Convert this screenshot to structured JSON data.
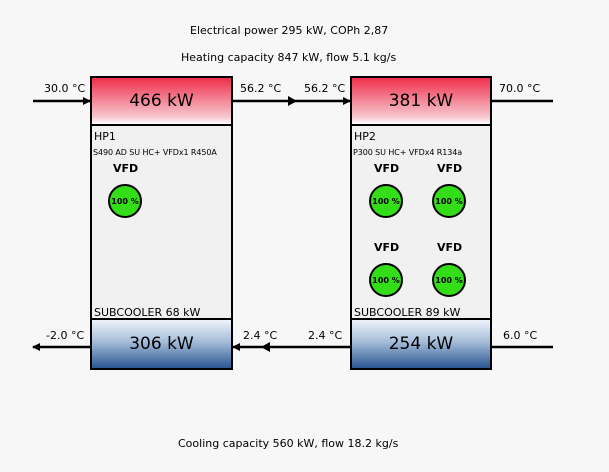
{
  "header": {
    "electrical": "Electrical power 295 kW, COPh 2,87",
    "heating": "Heating capacity 847 kW, flow 5.1 kg/s",
    "cooling": "Cooling capacity 560 kW, flow 18.2 kg/s"
  },
  "hot_line": {
    "inlet": "30.0 °C",
    "hp1_out": "56.2 °C",
    "hp2_in": "56.2 °C",
    "outlet": "70.0 °C"
  },
  "cold_line": {
    "outlet": "-2.0 °C",
    "hp1_in": "2.4 °C",
    "hp2_out": "2.4 °C",
    "inlet": "6.0 °C"
  },
  "hp1": {
    "name": "HP1",
    "model": "S490 AD SU HC+ VFDx1 R450A",
    "heating": "466 kW",
    "cooling": "306 kW",
    "subcooler": "SUBCOOLER 68 kW",
    "fans": [
      {
        "label": "VFD",
        "value": "100 %"
      }
    ]
  },
  "hp2": {
    "name": "HP2",
    "model": "P300 SU HC+ VFDx4 R134a",
    "heating": "381 kW",
    "cooling": "254 kW",
    "subcooler": "SUBCOOLER 89 kW",
    "fans": [
      {
        "label": "VFD",
        "value": "100 %"
      },
      {
        "label": "VFD",
        "value": "100 %"
      },
      {
        "label": "VFD",
        "value": "100 %"
      },
      {
        "label": "VFD",
        "value": "100 %"
      }
    ]
  },
  "colors": {
    "hot": "#ef304b",
    "cold": "#2b5792",
    "fan": "#33dd17"
  }
}
